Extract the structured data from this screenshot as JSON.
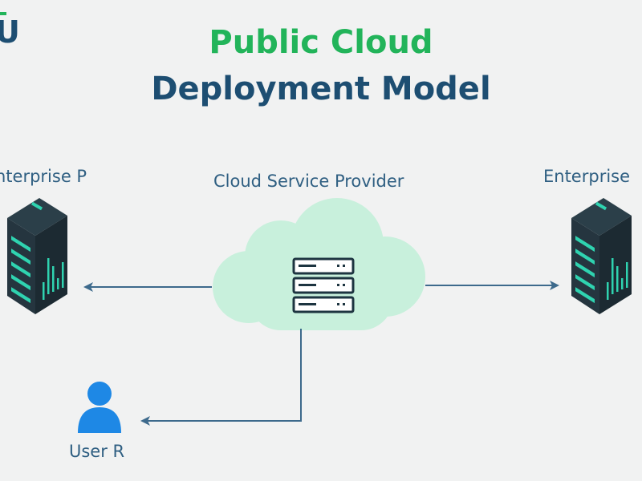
{
  "title": {
    "line1": "Public Cloud",
    "line2": "Deployment Model"
  },
  "logo_fragment": "U",
  "nodes": {
    "left": "nterprise P",
    "center": "Cloud Service Provider",
    "right": "Enterprise",
    "user": "User R"
  },
  "colors": {
    "background": "#f1f2f2",
    "title_green": "#22b45a",
    "title_navy": "#1d4e72",
    "cloud": "#c8f0dc",
    "server_dark": "#25353f",
    "server_accent": "#2fd3b0",
    "user_blue": "#1e88e5",
    "arrow": "#3d6a8c"
  },
  "icons": [
    "server-rack-icon",
    "cloud-icon",
    "server-stack-icon",
    "user-icon",
    "arrow-icon"
  ]
}
